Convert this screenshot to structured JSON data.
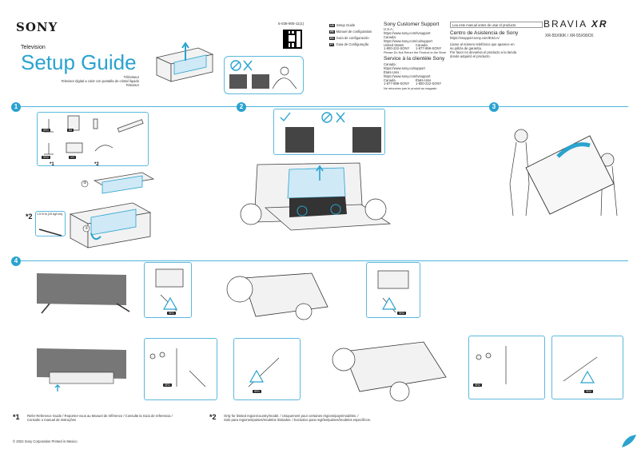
{
  "header": {
    "logo": "SONY",
    "doc_type": "Television",
    "title": "Setup Guide",
    "subtitles": [
      "Téléviseur",
      "Televisor digital a color con pantalla de cristal líquido",
      "Televisor"
    ],
    "doc_number": "5-038-905-11(1)",
    "languages": [
      {
        "code": "US",
        "label": "Setup Guide"
      },
      {
        "code": "FR",
        "label": "Manuel de configuration"
      },
      {
        "code": "ES",
        "label": "Guía de configuración"
      },
      {
        "code": "PT",
        "label": "Guia de Configuração"
      }
    ]
  },
  "support": {
    "en_heading": "Sony Customer Support",
    "en_lines": [
      "U.S.A.:",
      "https://www.sony.com/tvsupport",
      "Canada:",
      "https://www.sony.com/ca/support"
    ],
    "en_phone_left": [
      "United States",
      "1-800-222-SONY"
    ],
    "en_phone_right": [
      "Canada",
      "1-877-899-SONY"
    ],
    "en_return": "Please Do Not Return the Product to the Store",
    "fr_heading": "Service à la clientèle Sony",
    "fr_lines": [
      "Canada :",
      "https://www.sony.ca/support",
      "États-Unis :",
      "https://www.sony.com/tvsupport"
    ],
    "fr_phone_left": [
      "Canada",
      "1-877-899-SONY"
    ],
    "fr_phone_right": [
      "États-Unis",
      "1-800-222-SONY"
    ],
    "fr_return": "Ne retournez pas le produit au magasin",
    "read_first": "Lea este manual antes de usar el producto",
    "es_heading": "Centro de Asistencia de Sony",
    "es_lines": [
      "https://esupport.sony.com/ES/LA/",
      "Llame al número telefónico que aparece en",
      "su póliza de garantía.",
      "Por favor no devuelva el producto a la tienda",
      "donde adquirió el producto."
    ]
  },
  "brand": {
    "name": "BRAVIA",
    "suffix": "XR",
    "model": "XR-55X90K / XR-55X90CK"
  },
  "steps": [
    "1",
    "2",
    "3",
    "4"
  ],
  "parts": [
    {
      "tag": "SR1"
    },
    {
      "tag": "IM"
    },
    {
      "tag": ""
    },
    {
      "tag": ""
    },
    {
      "tag": "SR2"
    },
    {
      "tag": "VG"
    },
    {
      "tag": ""
    }
  ],
  "step1_labels": {
    "callout_a": "①",
    "callout_b": "②",
    "screw_note": "1.5 N·m {15 kgf·cm}",
    "star1": "*1",
    "star2": "*2"
  },
  "step4_tags": [
    "SR1",
    "SR2",
    "SR1",
    "SR1",
    "SR2",
    "SR2"
  ],
  "footnotes": {
    "mark1": "*1",
    "note1": [
      "Refer Reference Guide / Reportez-vous au Manuel de référence / Consulte la Guía de referencia /",
      "Consulte o manual de instruções"
    ],
    "mark2": "*2",
    "note2": [
      "Only for limited region/country/model. / Uniquement pour certaines régions/pays/modèles. /",
      "Solo para regiones/países/modelos limitados. / Exclusivo para regiões/países/modelos específicos."
    ]
  },
  "copyright": "© 2022 Sony Corporation   Printed in Mexico",
  "colors": {
    "accent": "#2aa3cf",
    "accent_light": "#cfe9f6"
  }
}
